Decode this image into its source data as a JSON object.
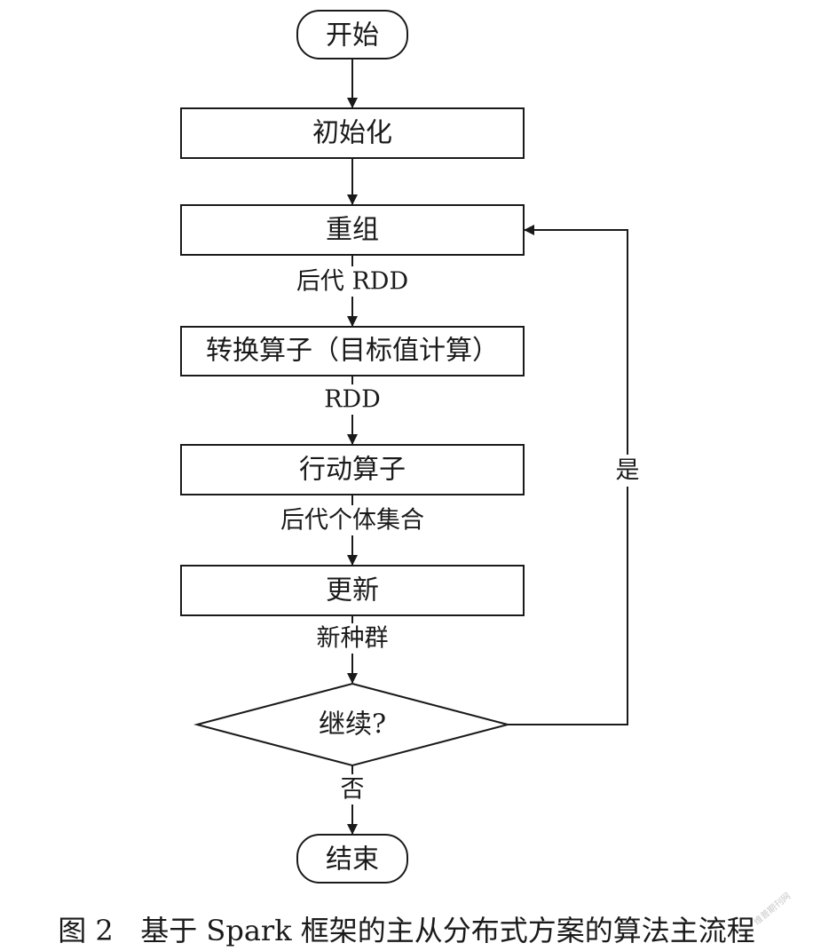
{
  "nodes": {
    "start": "开始",
    "init": "初始化",
    "recombine": "重组",
    "transform": "转换算子（目标值计算）",
    "action": "行动算子",
    "update": "更新",
    "continue": "继续?",
    "end": "结束"
  },
  "edges": {
    "recombine_to_transform": "后代 RDD",
    "transform_to_action": "RDD",
    "action_to_update": "后代个体集合",
    "update_to_decision": "新种群",
    "decision_yes": "是",
    "decision_no": "否"
  },
  "caption": "图 2   基于 Spark 框架的主从分布式方案的算法主流程",
  "watermark": "维普期刊网"
}
